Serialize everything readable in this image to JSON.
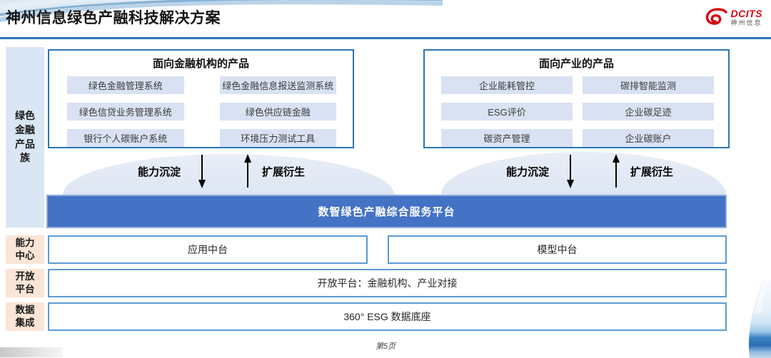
{
  "header": {
    "title": "神州信息绿色产融科技解决方案",
    "logo": {
      "brand": "DCITS",
      "brand_cn": "神州信息"
    }
  },
  "rails": {
    "product_family": "绿色\n金融\n产品\n族",
    "capability_center": "能力\n中心",
    "open_platform": "开放\n平台",
    "data_integration": "数据\n集成"
  },
  "product_groups": [
    {
      "title": "面向金融机构的产品",
      "items": [
        "绿色金融管理系统",
        "绿色金融信息报送监测系统",
        "绿色信贷业务管理系统",
        "绿色供应链金融",
        "银行个人碳账户系统",
        "环境压力测试工具"
      ]
    },
    {
      "title": "面向产业的产品",
      "items": [
        "企业能耗管控",
        "碳排智能监测",
        "ESG评价",
        "企业碳足迹",
        "碳资产管理",
        "企业碳账户"
      ]
    }
  ],
  "arrows": {
    "down_label": "能力沉淀",
    "up_label": "扩展衍生"
  },
  "platform_bar": {
    "label": "数智绿色产融综合服务平台"
  },
  "capability_center": {
    "items": [
      "应用中台",
      "模型中台"
    ]
  },
  "open_platform": {
    "text": "开放平台：金融机构、产业对接"
  },
  "data_integration": {
    "text": "360° ESG 数据底座"
  },
  "footer": {
    "page_label": "第5页"
  },
  "colors": {
    "accent_blue": "#4472c4",
    "border_blue_dark": "#2e75b6",
    "border_blue_light": "#5b9bd5",
    "item_fill": "#d9e2f3",
    "sidebar_fill": "#dae6f3",
    "label_peach": "#fbe5d6",
    "brand_red": "#d8000f"
  }
}
